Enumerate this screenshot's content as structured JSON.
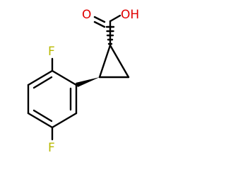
{
  "molecule": {
    "atoms": {
      "carbonyl_oxygen": "O",
      "hydroxyl": "OH",
      "fluorine_top": "F",
      "fluorine_bottom": "F"
    }
  },
  "colors": {
    "bond": "#000000",
    "oxygen": "#e00000",
    "fluorine": "#b8b800",
    "background": "#ffffff"
  }
}
